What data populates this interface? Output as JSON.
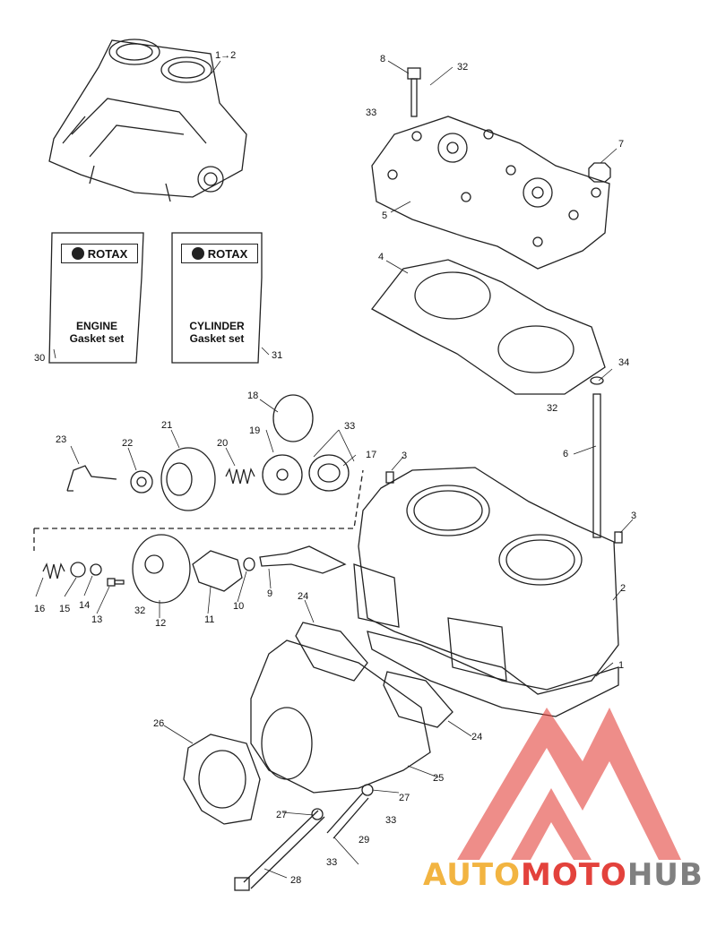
{
  "diagram": {
    "doc30": {
      "brand": "ROTAX",
      "line1": "ENGINE",
      "line2": "Gasket set"
    },
    "doc31": {
      "brand": "ROTAX",
      "line1": "CYLINDER",
      "line2": "Gasket set"
    }
  },
  "labels": {
    "l1_2": "1→2",
    "l8": "8",
    "l32a": "32",
    "l33a": "33",
    "l7": "7",
    "l5": "5",
    "l4": "4",
    "l30": "30",
    "l31": "31",
    "l34": "34",
    "l32b": "32",
    "l6": "6",
    "l18": "18",
    "l33b": "33",
    "l21": "21",
    "l19": "19",
    "l20": "20",
    "l22": "22",
    "l23": "23",
    "l17": "17",
    "l3a": "3",
    "l3b": "3",
    "l16": "16",
    "l15": "15",
    "l14": "14",
    "l13": "13",
    "l32c": "32",
    "l12": "12",
    "l11": "11",
    "l10": "10",
    "l9": "9",
    "l2": "2",
    "l1": "1",
    "l24a": "24",
    "l24b": "24",
    "l26": "26",
    "l25": "25",
    "l27a": "27",
    "l27b": "27",
    "l33c": "33",
    "l29": "29",
    "l33d": "33",
    "l28": "28"
  },
  "watermark": {
    "part1": "AUTO",
    "part2": "MOTO",
    "part3": "HUB"
  },
  "colors": {
    "line": "#222222",
    "wm_red": "#e3423c",
    "wm_orange": "#f2b441",
    "wm_gray": "#808080"
  }
}
